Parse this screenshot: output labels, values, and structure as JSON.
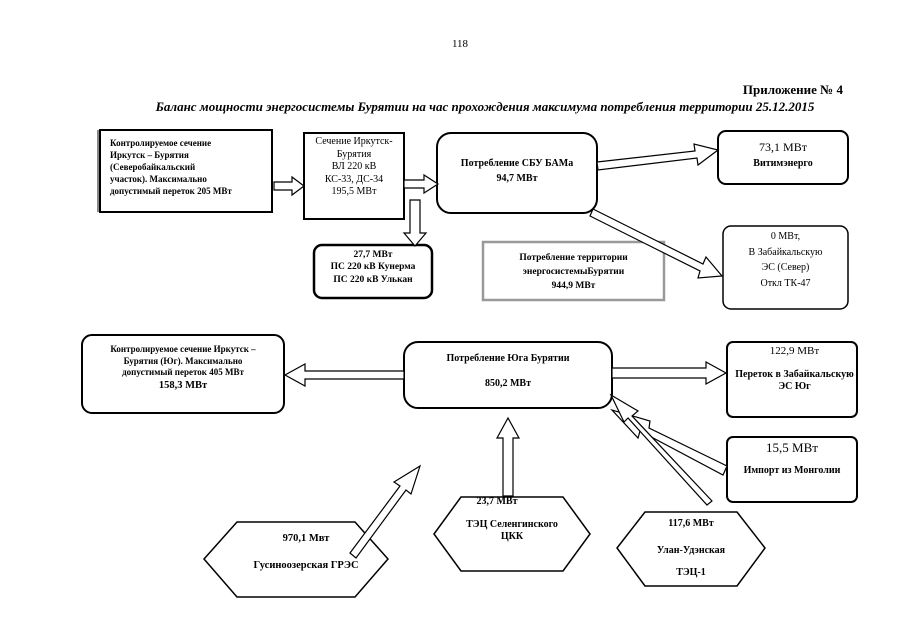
{
  "page_number": "118",
  "appendix": "Приложение № 4",
  "title": "Баланс мощности энергосистемы Бурятии на час прохождения максимума потребления территории 25.12.2015",
  "north": {
    "controlled_section": [
      "Контролируемое сечение",
      "Иркутск – Бурятия",
      "(Северобайкальский",
      "участок). Максимально",
      "допустимый переток 205 МВт"
    ],
    "section_line": [
      "Сечение Иркутск-",
      "Бурятия",
      "ВЛ 220 кВ",
      "КС-33, ДС-34",
      "195,5 МВт"
    ],
    "sbu_bam": [
      "Потребление СБУ БАМа",
      "94,7 МВт"
    ],
    "vitimenergo": [
      "73,1 МВт",
      "Витимэнерго"
    ],
    "substations": [
      "27,7 МВт",
      "ПС 220 кВ Кунерма",
      "ПС 220 кВ Улькан"
    ],
    "territory_consumption": [
      "Потребление территории",
      "энергосистемыБурятии",
      "944,9 МВт"
    ],
    "zabaikal_north": [
      "0 МВт,",
      "В Забайкальскую",
      "ЭС (Север)",
      "Откл ТК-47"
    ]
  },
  "south": {
    "controlled_section": [
      "Контролируемое сечение Иркутск –",
      "Бурятия (Юг). Максимально",
      "допустимый переток 405 МВт",
      "158,3 МВт"
    ],
    "south_consumption": [
      "Потребление Юга Бурятии",
      "850,2 МВт"
    ],
    "zabaikal_south": [
      "122,9 МВт",
      "Переток в Забайкальскую",
      "ЭС Юг"
    ],
    "mongolia": [
      "15,5 МВт",
      "Импорт из Монголии"
    ],
    "gusinoozersk": [
      "970,1 Мвт",
      "Гусиноозерская ГРЭС"
    ],
    "tec_selenga": [
      "23,7 МВт",
      "ТЭЦ Селенгинского",
      "ЦКК"
    ],
    "ulan_ude": [
      "117,6 МВт",
      "Улан-Удэнская",
      "ТЭЦ-1"
    ]
  }
}
